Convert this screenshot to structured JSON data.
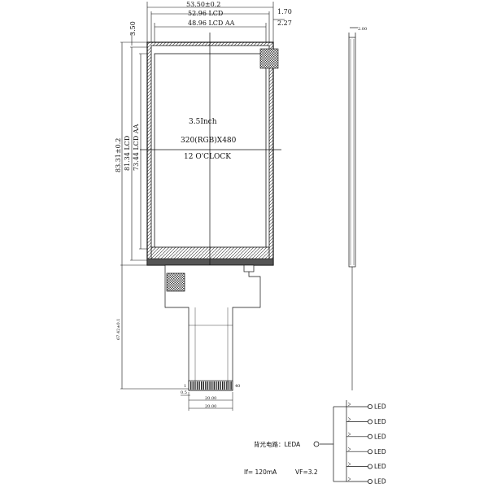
{
  "dimensions": {
    "outline_width": "53.50±0.2",
    "lcd_width": "52.96 LCD",
    "aa_width": "48.96 LCD AA",
    "right_offset_1": "1.70",
    "right_offset_2": "2.27",
    "top_offset": "3.50",
    "outline_height": "83.31±0.2",
    "lcd_height": "81.34 LCD",
    "aa_height": "73.44 LCD AA",
    "fpc_length": "67.42±0.1",
    "fpc_width_1": "20.00",
    "fpc_width_2": "20.00",
    "fpc_pitch": "0.5",
    "side_thickness": "2.00"
  },
  "display": {
    "size": "3.5Inch",
    "resolution": "320(RGB)X480",
    "view_direction": "12 O'CLOCK"
  },
  "fpc": {
    "pin_start": "1",
    "pin_end": "40"
  },
  "backlight": {
    "circuit_label": "背光电路：LEDA",
    "leds": [
      "LED",
      "LED",
      "LED",
      "LED",
      "LED",
      "LED"
    ],
    "if_label": "If= 120mA",
    "vf_label": "VF=3.2"
  }
}
